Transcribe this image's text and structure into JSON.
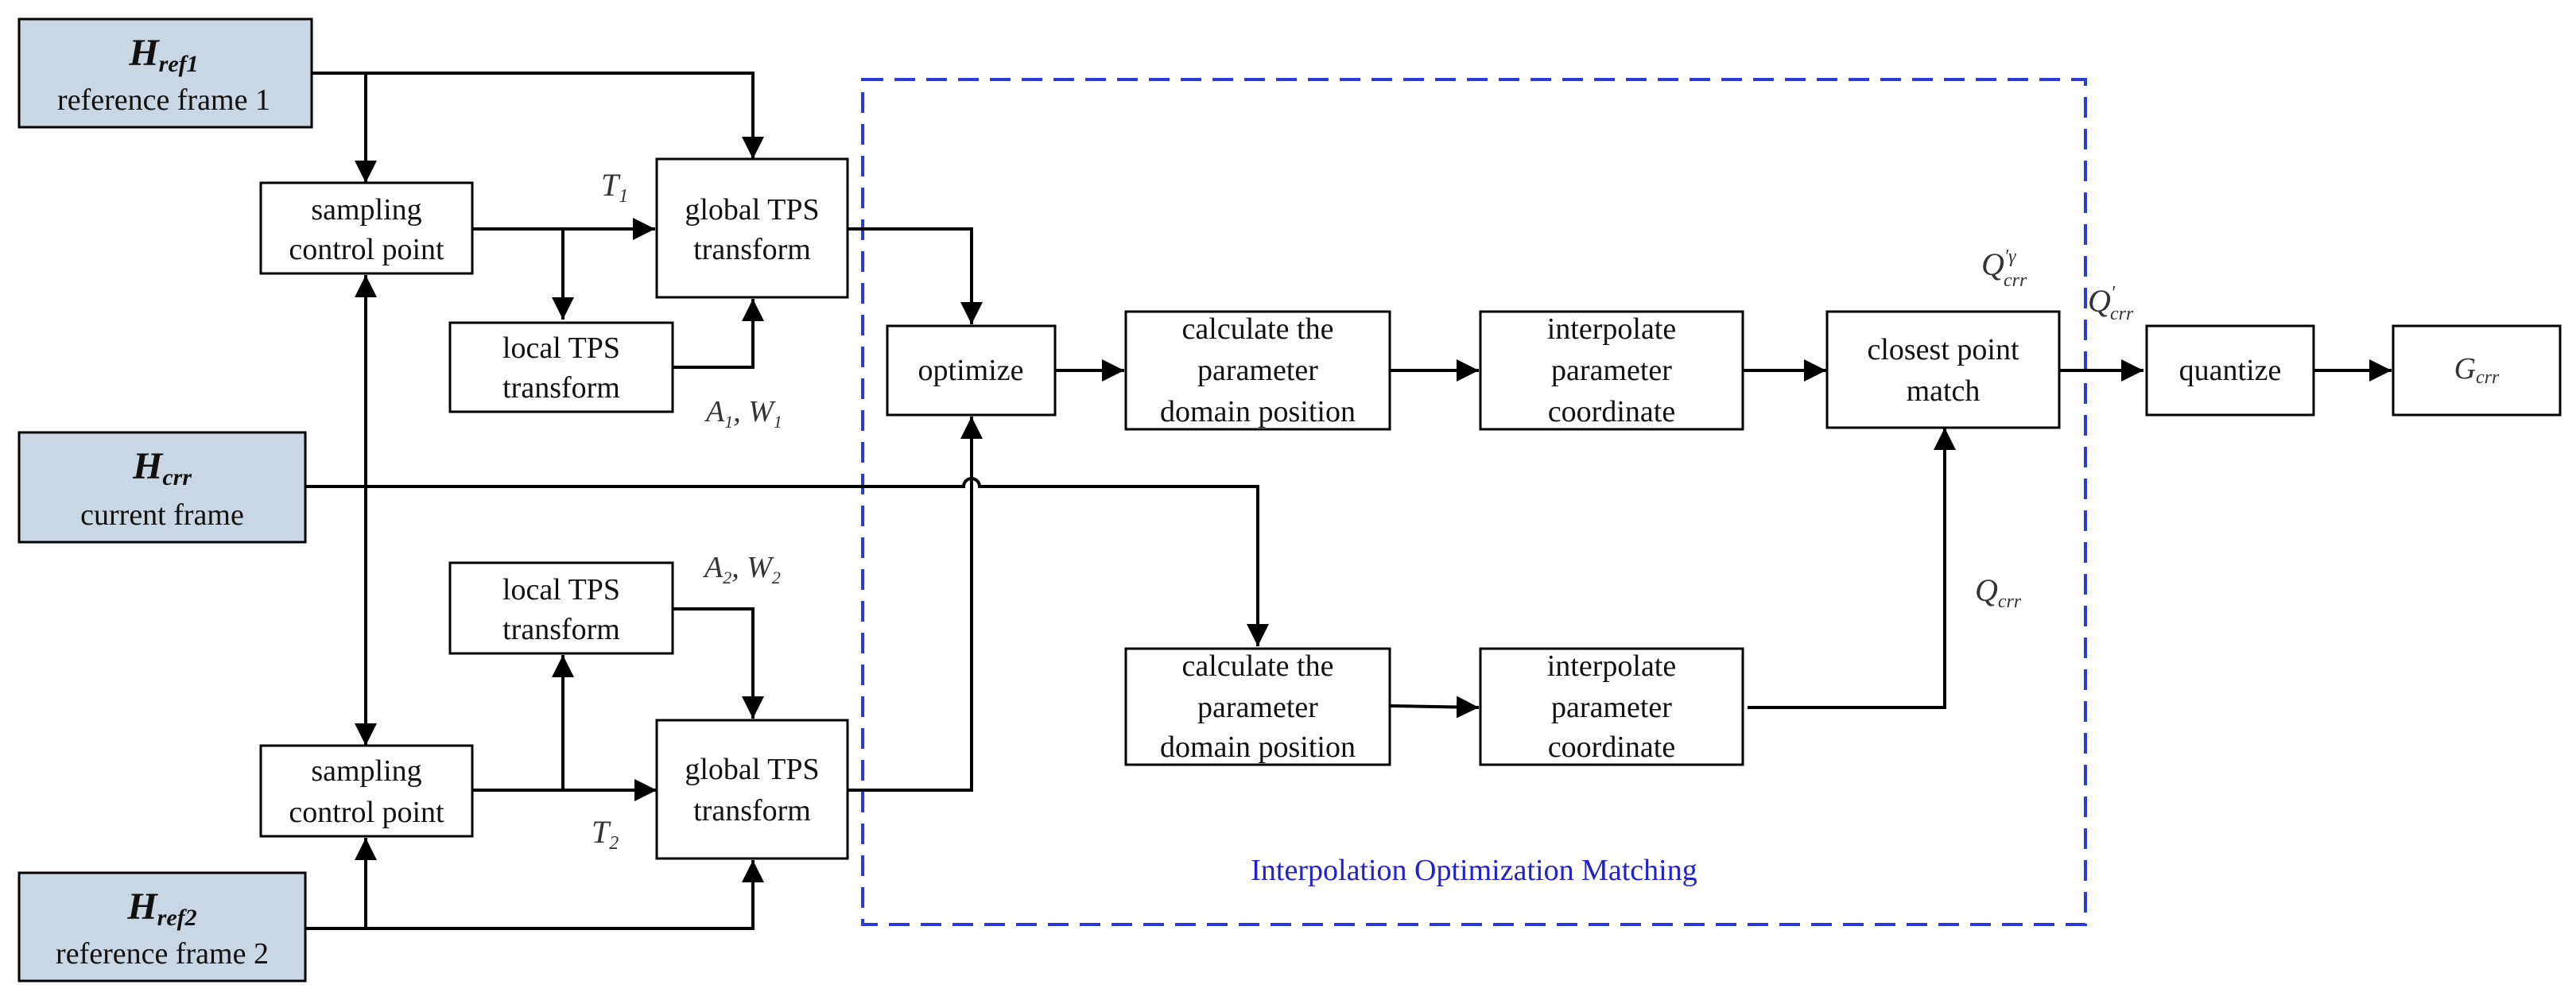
{
  "diagram": {
    "inputs": {
      "ref1": {
        "symbol": "H",
        "sub": "ref1",
        "label": "reference frame 1"
      },
      "crr": {
        "symbol": "H",
        "sub": "crr",
        "label": "current frame"
      },
      "ref2": {
        "symbol": "H",
        "sub": "ref2",
        "label": "reference frame 2"
      }
    },
    "blocks": {
      "sampling1": [
        "sampling",
        "control point"
      ],
      "sampling2": [
        "sampling",
        "control point"
      ],
      "global1": [
        "global TPS",
        "transform"
      ],
      "global2": [
        "global TPS",
        "transform"
      ],
      "local1": [
        "local TPS",
        "transform"
      ],
      "local2": [
        "local TPS",
        "transform"
      ],
      "optimize": [
        "optimize"
      ],
      "calc1": [
        "calculate the",
        "parameter",
        "domain position"
      ],
      "calc2": [
        "calculate the",
        "parameter",
        "domain position"
      ],
      "interp1": [
        "interpolate",
        "parameter",
        "coordinate"
      ],
      "interp2": [
        "interpolate",
        "parameter",
        "coordinate"
      ],
      "closest": [
        "closest point",
        "match"
      ],
      "quantize": [
        "quantize"
      ]
    },
    "output": {
      "symbol": "G",
      "sub": "crr"
    },
    "symbols": {
      "T1": {
        "base": "T",
        "sub": "1"
      },
      "T2": {
        "base": "T",
        "sub": "2"
      },
      "A1W1": {
        "a": "A",
        "a_sub": "1",
        "w": "W",
        "w_sub": "1"
      },
      "A2W2": {
        "a": "A",
        "a_sub": "2",
        "w": "W",
        "w_sub": "2"
      },
      "Qgamma": {
        "base": "Q",
        "sup": "′γ",
        "sub": "crr"
      },
      "Qprime": {
        "base": "Q",
        "sup": "′",
        "sub": "crr"
      },
      "Q": {
        "base": "Q",
        "sub": "crr"
      }
    },
    "region_label": "Interpolation Optimization Matching",
    "colors": {
      "input_fill": "#c9d6e3",
      "region_border": "#2a3bd6",
      "region_label": "#2222cc",
      "line": "#000000"
    }
  }
}
